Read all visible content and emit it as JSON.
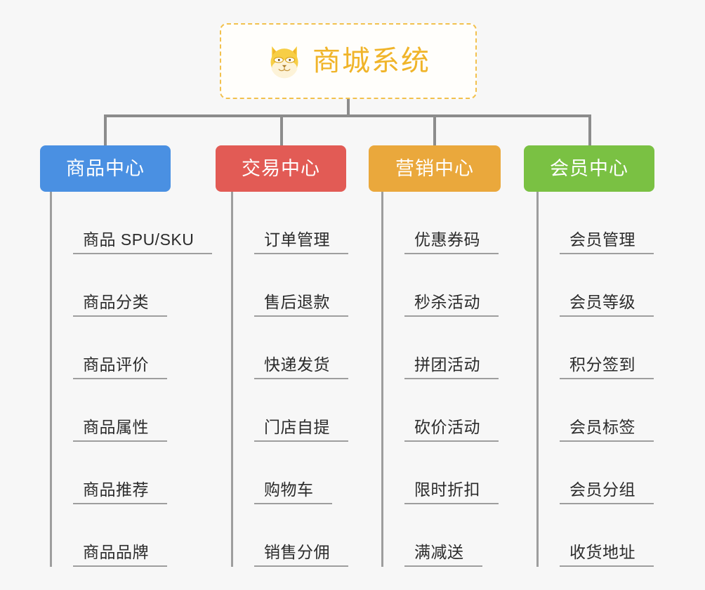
{
  "root": {
    "title": "商城系统",
    "icon": "shiba-dog-icon",
    "border_color": "#f2c14e",
    "text_color": "#f0b429",
    "background": "#fffefb"
  },
  "canvas": {
    "background": "#f7f7f7",
    "connector_color": "#8c8c8c"
  },
  "branches": [
    {
      "label": "商品中心",
      "color": "#4a90e2",
      "items": [
        "商品 SPU/SKU",
        "商品分类",
        "商品评价",
        "商品属性",
        "商品推荐",
        "商品品牌"
      ]
    },
    {
      "label": "交易中心",
      "color": "#e25b55",
      "items": [
        "订单管理",
        "售后退款",
        "快递发货",
        "门店自提",
        "购物车",
        "销售分佣"
      ]
    },
    {
      "label": "营销中心",
      "color": "#eaa83c",
      "items": [
        "优惠券码",
        "秒杀活动",
        "拼团活动",
        "砍价活动",
        "限时折扣",
        "满减送"
      ]
    },
    {
      "label": "会员中心",
      "color": "#7ac143",
      "items": [
        "会员管理",
        "会员等级",
        "积分签到",
        "会员标签",
        "会员分组",
        "收货地址"
      ]
    }
  ]
}
